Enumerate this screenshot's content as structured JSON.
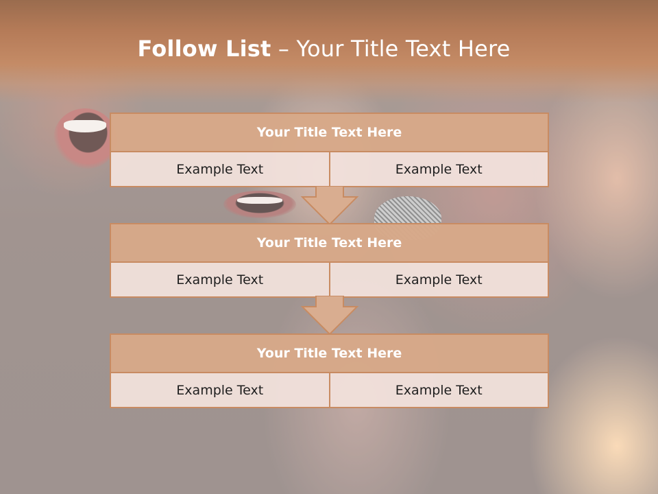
{
  "slide": {
    "title_bold": "Follow List",
    "title_rest": " – Your Title Text Here"
  },
  "flow": [
    {
      "heading": "Your Title Text Here",
      "left": "Example Text",
      "right": "Example Text"
    },
    {
      "heading": "Your Title Text Here",
      "left": "Example Text",
      "right": "Example Text"
    },
    {
      "heading": "Your Title Text Here",
      "left": "Example Text",
      "right": "Example Text"
    }
  ],
  "colors": {
    "title_band": "#c48b66",
    "box_header": "#d7a988",
    "box_body": "#f1e0db",
    "border": "#c88b62"
  }
}
